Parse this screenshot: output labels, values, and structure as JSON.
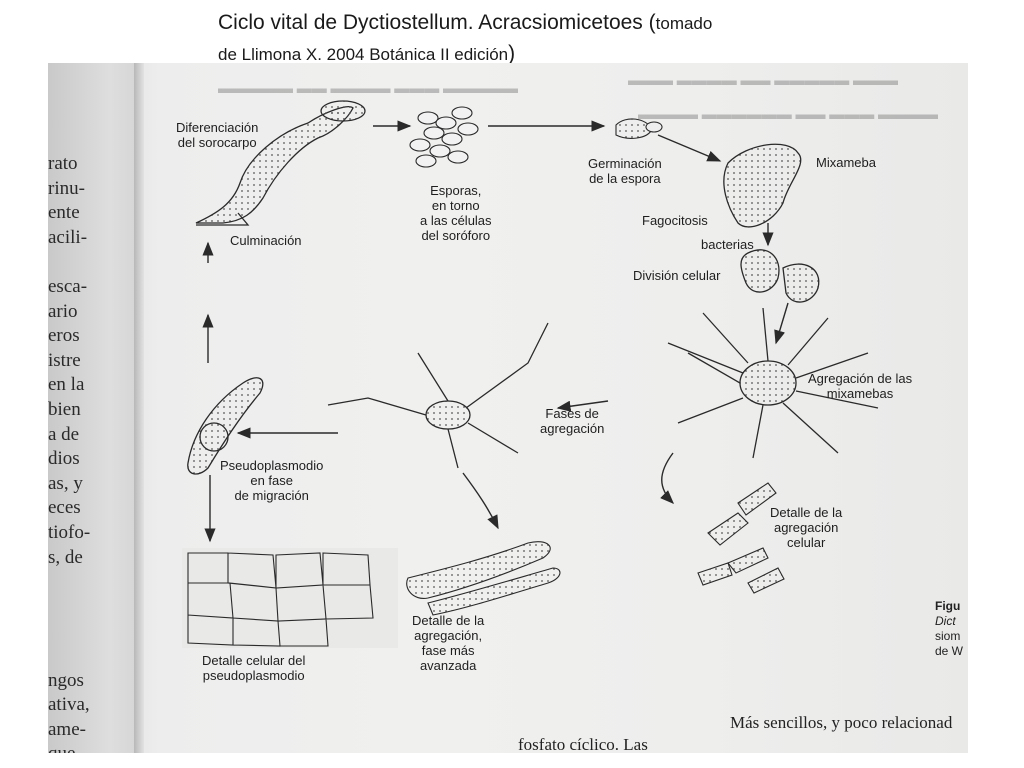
{
  "title": {
    "line1": "Ciclo vital de Dyctiostellum. Acracsiomicetoes (",
    "line1_small": "tomado",
    "line2": "de Llimona X. 2004 Botánica II edición",
    "line2_close": ")"
  },
  "diagram": {
    "labels": {
      "diferenciacion": [
        "Diferenciación",
        "del sorocarpo"
      ],
      "esporas": [
        "Esporas,",
        "en torno",
        "a las células",
        "del soróforo"
      ],
      "germinacion": [
        "Germinación",
        "de la espora"
      ],
      "mixameba": "Mixameba",
      "fagocitosis": "Fagocitosis",
      "bacterias": "bacterias",
      "division": "División celular",
      "culminacion": "Culminación",
      "agregacion_mixamebas": [
        "Agregación de las",
        "mixamebas"
      ],
      "fases": [
        "Fases de",
        "agregación"
      ],
      "pseudoplasmodio": [
        "Pseudoplasmodio",
        "en fase",
        "de migración"
      ],
      "detalle_agregacion_celular": [
        "Detalle de la",
        "agregación",
        "celular"
      ],
      "detalle_fase_avanzada": [
        "Detalle de la",
        "agregación,",
        "fase más",
        "avanzada"
      ],
      "detalle_celular": [
        "Detalle celular del",
        "pseudoplasmodio"
      ]
    },
    "figure_caption": {
      "line1": "Figu",
      "line2": "Dict",
      "line3": "siom",
      "line4": "de W"
    }
  },
  "left_page": [
    "rato",
    "rinu-",
    "ente",
    "acili-",
    "",
    "esca-",
    "ario",
    "eros",
    "istre",
    "en la",
    "bien",
    "a de",
    "dios",
    "as, y",
    "eces",
    "tiofo-",
    "s, de",
    "",
    "",
    "",
    "",
    "ngos",
    "ativa,",
    "ame-",
    "que"
  ],
  "bottom_text": {
    "center": "fosfato cíclico. Las",
    "right": "Más sencillos, y poco relacionad"
  }
}
